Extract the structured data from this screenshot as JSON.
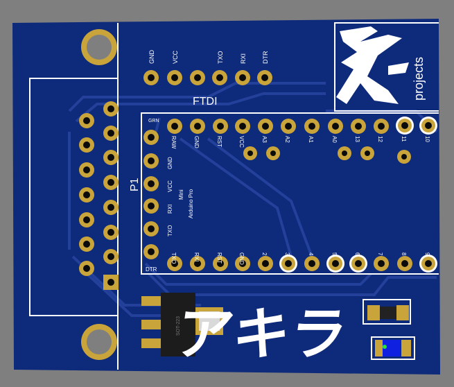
{
  "colors": {
    "background": "#7f7f7f",
    "board": "#0e2a7a",
    "board_trace": "#23409a",
    "silkscreen": "#ffffff",
    "pad_gold": "#c8a43a",
    "pad_hole": "#0b0b0b",
    "regulator": "#1c1c1c"
  },
  "ftdi_pins": [
    "GND",
    "VCC",
    "",
    "TXO",
    "RXI",
    "DTR"
  ],
  "ftdi_label": "FTDI",
  "connector_label": "P1",
  "logo_text": "projects",
  "mini_label_line1": "Mini",
  "mini_label_line2": "Arduino Pro",
  "top_row_labels": [
    "RAW",
    "GND",
    "RST",
    "VCC",
    "A3",
    "A2",
    "A1",
    "A0",
    "13",
    "12",
    "11",
    "10"
  ],
  "bottom_row_labels": [
    "TXO",
    "RXI",
    "RST",
    "GND",
    "2",
    "3",
    "4",
    "5",
    "6",
    "7",
    "8",
    "9"
  ],
  "left_col_labels": [
    "GRN",
    "GND",
    "VCC",
    "RXI",
    "TXO",
    "DTR"
  ],
  "regulator_marking": "SOT-223",
  "brand_glyphs": "アキラ"
}
